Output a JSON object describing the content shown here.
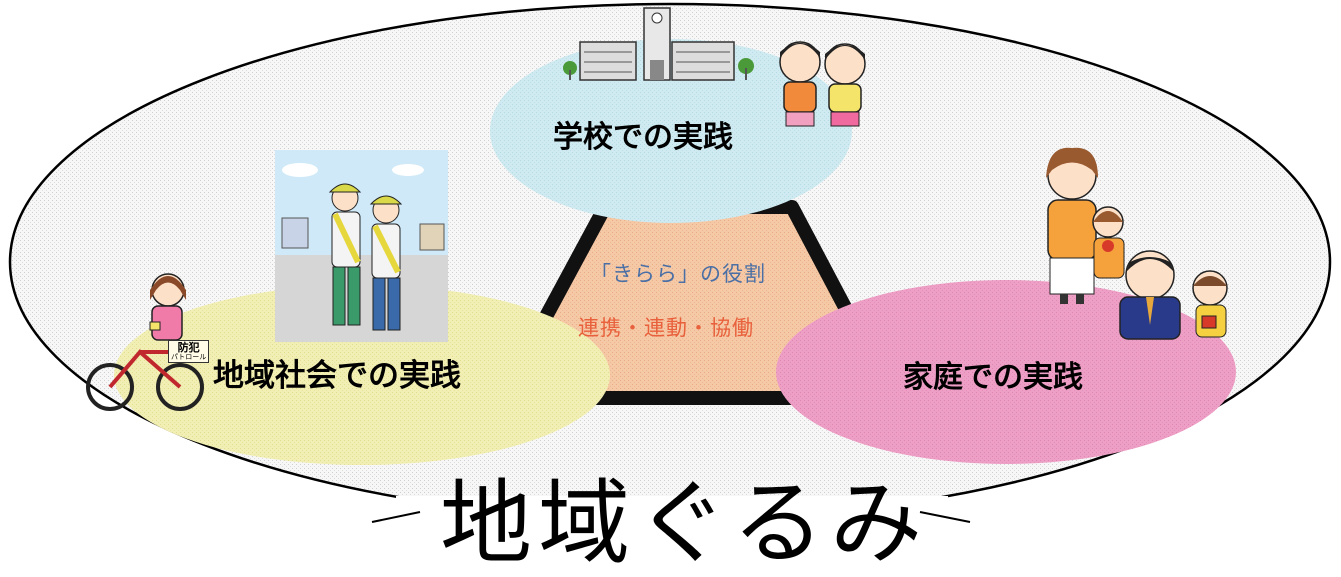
{
  "school": {
    "label": "学校での実践"
  },
  "community": {
    "label": "地域社会での実践",
    "sign_line1": "防犯",
    "sign_line2": "パトロール"
  },
  "family": {
    "label": "家庭での実践"
  },
  "role": {
    "title": "「きらら」の役割",
    "keywords": "連携・連動・協働"
  },
  "bottom": {
    "title": "地域ぐるみ"
  },
  "colors": {
    "school_bubble": "#cfeaf0",
    "community_bubble": "#f2efb4",
    "family_bubble": "#ee9fc6",
    "triangle_fill": "#f6c9a6",
    "role_title_text": "#4a6fa5",
    "role_keywords_text": "#e8603c",
    "outer_ellipse_fill": "#eeeeee"
  }
}
